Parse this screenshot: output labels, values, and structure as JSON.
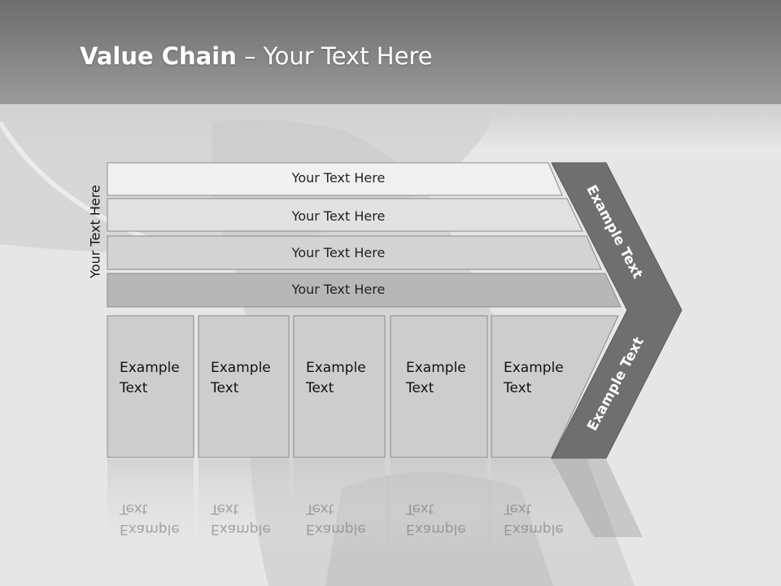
{
  "slide": {
    "title_bold": "Value Chain",
    "title_rest": " – Your Text Here",
    "side_label": "Your Text Here"
  },
  "bands": [
    {
      "label": "Your Text Here"
    },
    {
      "label": "Your Text Here"
    },
    {
      "label": "Your Text Here"
    },
    {
      "label": "Your Text Here"
    }
  ],
  "boxes": [
    {
      "label": "Example\nText"
    },
    {
      "label": "Example\nText"
    },
    {
      "label": "Example\nText"
    },
    {
      "label": "Example\nText"
    },
    {
      "label": "Example\nText"
    }
  ],
  "arrow": {
    "upper_label": "Example Text",
    "lower_label": "Example Text"
  }
}
